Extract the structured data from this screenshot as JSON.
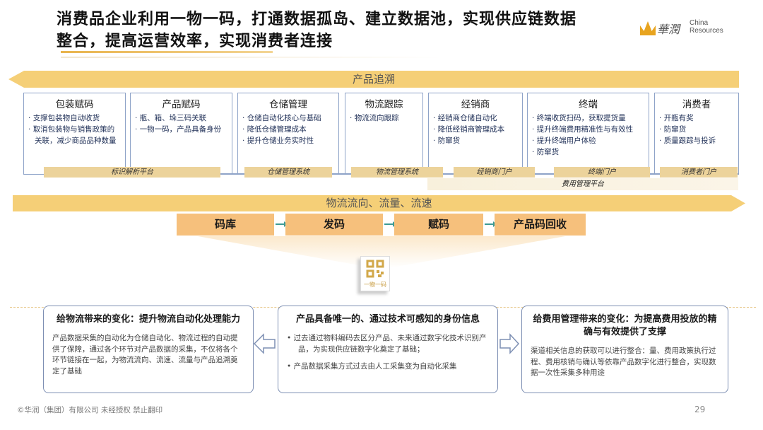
{
  "title": {
    "line1": "消费品企业利用一物一码，打通数据孤岛、建立数据池，实现供应链数据",
    "line2": "整合，提高运营效率，实现消费者连接"
  },
  "logo": {
    "cn": "華潤",
    "en1": "China",
    "en2": "Resources"
  },
  "trace_bar": "产品追溯",
  "columns": [
    {
      "title": "包装赋码",
      "items": [
        "支撑包装物自动收货",
        "取消包装物与销售政策的关联，减少商品品种数量"
      ]
    },
    {
      "title": "产品赋码",
      "items": [
        "瓶、箱、垛三码关联",
        "一物一码，产品具备身份"
      ]
    },
    {
      "title": "仓储管理",
      "items": [
        "仓储自动化核心与基础",
        "降低仓储管理成本",
        "提升仓储业务实时性"
      ]
    },
    {
      "title": "物流跟踪",
      "items": [
        "物流流向跟踪"
      ]
    },
    {
      "title": "经销商",
      "items": [
        "经销商仓储自动化",
        "降低经销商管理成本",
        "防窜货"
      ]
    },
    {
      "title": "终端",
      "items": [
        "终端收货扫码，获取提货量",
        "提升终端费用精准性与有效性",
        "提升终端用户体验",
        "防窜货"
      ]
    },
    {
      "title": "消费者",
      "items": [
        "开瓶有奖",
        "防窜货",
        "质量跟踪与投诉"
      ]
    }
  ],
  "platforms": [
    "标识解析平台",
    "仓储管理系统",
    "物流管理系统",
    "经销商门户",
    "终端门户",
    "消费者门户"
  ],
  "fee_platform": "费用管理平台",
  "flow_bar": "物流流向、流量、流速",
  "steps": [
    "码库",
    "发码",
    "赋码",
    "产品码回收"
  ],
  "qr_label": "一物一码",
  "bottom": {
    "left": {
      "title": "给物流带来的变化：提升物流自动化处理能力",
      "text": "产品数据采集的自动化为仓储自动化、物流过程的自动提供了保障，通过各个环节对产品数据的采集，不仅将各个环节链接在一起，为物流流向、流速、流量与产品追溯奠定了基础"
    },
    "center": {
      "title": "产品具备唯一的、通过技术可感知的身份信息",
      "items": [
        "过去通过物料编码去区分产品、未来通过数字化技术识别产品，为实现供应链数字化奠定了基础；",
        "产品数据采集方式过去由人工采集变为自动化采集"
      ]
    },
    "right": {
      "title": "给费用管理带来的变化：为提高费用投放的精确与有效提供了支撑",
      "text": "渠道相关信息的获取可以进行整合：量、费用政策执行过程、费用核销与确认等依靠产品数字化进行整合，实现数据一次性采集多种用途"
    }
  },
  "footer": {
    "copyright": "©华润（集团）有限公司  未经授权 禁止翻印",
    "page": "29"
  }
}
